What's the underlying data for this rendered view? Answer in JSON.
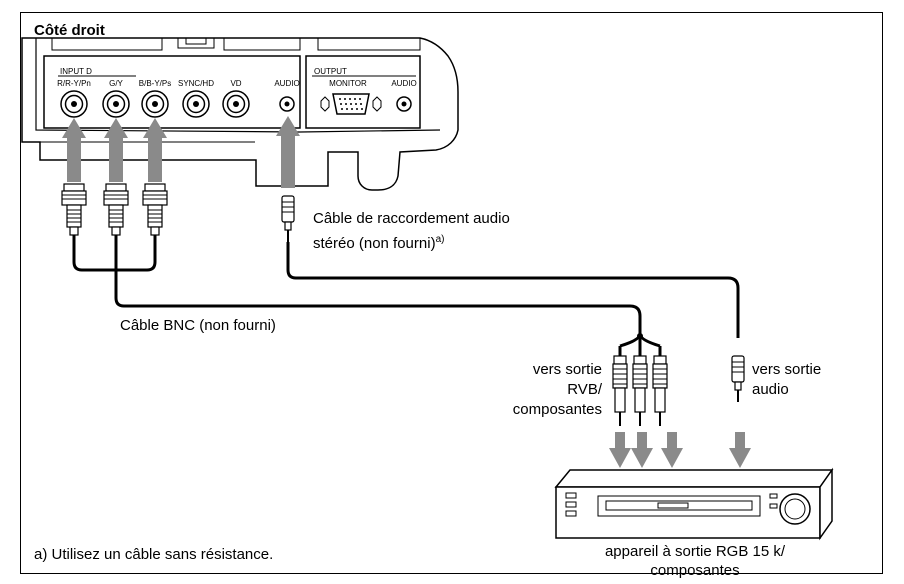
{
  "title": "Côté droit",
  "panel": {
    "input_header": "INPUT D",
    "output_header": "OUTPUT",
    "ports": [
      "R/R-Y/Pn",
      "G/Y",
      "B/B-Y/Ps",
      "SYNC/HD",
      "VD",
      "AUDIO"
    ],
    "monitor_label": "MONITOR",
    "output_audio_label": "AUDIO"
  },
  "labels": {
    "audio_cable_line1": "Câble de raccordement audio",
    "audio_cable_line2": "stéréo (non fourni)",
    "audio_cable_note": "a)",
    "bnc_cable": "Câble BNC (non fourni)",
    "to_rgb_line1": "vers sortie",
    "to_rgb_line2": "RVB/",
    "to_rgb_line3": "composantes",
    "to_audio_line1": "vers sortie",
    "to_audio_line2": "audio",
    "device_line1": "appareil à sortie RGB 15 k/",
    "device_line2": "composantes"
  },
  "footnote": "a) Utilisez un câble sans résistance."
}
